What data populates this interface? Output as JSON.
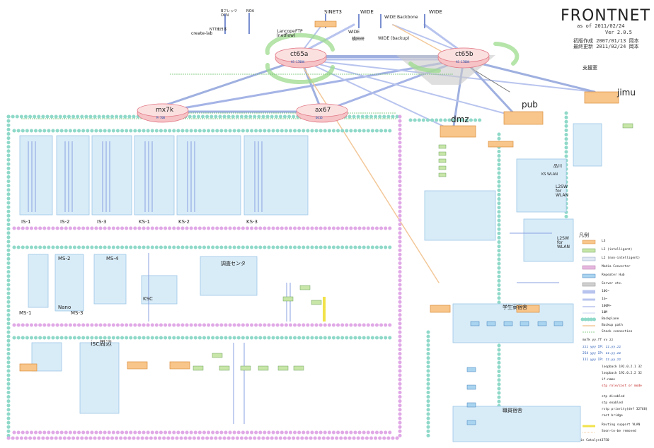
{
  "header": {
    "title": "FRONTNET",
    "as_of": "as of 2011/02/24",
    "version": "Ver 2.0.5",
    "created": "初版作成 2007/01/13 岡本",
    "updated": "最終更新 2011/02/24 岡本"
  },
  "routers": {
    "ct65a": {
      "name": "ct65a",
      "sub": "AS-1700A"
    },
    "ct65b": {
      "name": "ct65b",
      "sub": "AS-1700A"
    },
    "mx7k": {
      "name": "mx7k",
      "sub": "M-700"
    },
    "ax67": {
      "name": "ax67",
      "sub": "6616"
    }
  },
  "external": {
    "bflets": "Bフレッツ",
    "ocn": "OCN",
    "noa": "NOA",
    "sinet3": "SINET3",
    "wide1": "WIDE",
    "wide_backbone": "WIDE Backbone",
    "wide2": "WIDE",
    "wide3": "WIDE",
    "wide_backup": "WIDE (backup)",
    "nttx": "NTT東日本",
    "create_lab": "create-lab",
    "lancope": "Lancope (netflow)",
    "ftp": "FTP",
    "yokota": "横田研"
  },
  "segments": {
    "jimu": "jimu",
    "shien": "支援室",
    "pub": "pub",
    "dmz": "dmz",
    "is1": "IS-1",
    "is2": "IS-2",
    "is3": "IS-3",
    "ks1": "KS-1",
    "ks2": "KS-2",
    "ks3": "KS-3",
    "ms1": "MS-1",
    "ms2": "MS-2",
    "ms3": "MS-3",
    "ms4": "MS-4",
    "nano": "Nano",
    "ksc": "KSC",
    "chousa": "調査センタ",
    "isc": "isc周辺",
    "gakusei": "学生寮宿舎",
    "shokuin": "職員宿舎",
    "l2sw_wlan1": "L2SW for WLAN",
    "l2sw_wlan2": "L2SW for WLAN",
    "ks_wlan": "KS WLAN",
    "shimagawa": "品川"
  },
  "legend": {
    "title": "凡例",
    "items": [
      "L3",
      "L2 (intelligent)",
      "L2 (non-intelligent)",
      "Media Converter",
      "Repeater Hub",
      "Server etc.",
      "10G~",
      "1G~",
      "100M~",
      "10M",
      "Backplane",
      "Backup path",
      "Stack connection"
    ],
    "mx7k_line": "mx7k  yy.ff vv zz",
    "vlan_lines": [
      "zzz  yyy  IP: zz.yy.zz",
      "254 yyy  IP: zz.yy.zz",
      "111 yyy  IP: zz.yy.zz"
    ],
    "more_items": [
      "loopback 192.0.2.1 32",
      "loopback 192.0.2.2 32",
      "if-name",
      "stp role/cost or mode",
      "stp disabled",
      "stp enabled",
      "rstp priority(def 32768)",
      "root bridge",
      "Routing support VLAN",
      "Soon-to-be removed"
    ],
    "footer": "in Catalyst3750"
  }
}
